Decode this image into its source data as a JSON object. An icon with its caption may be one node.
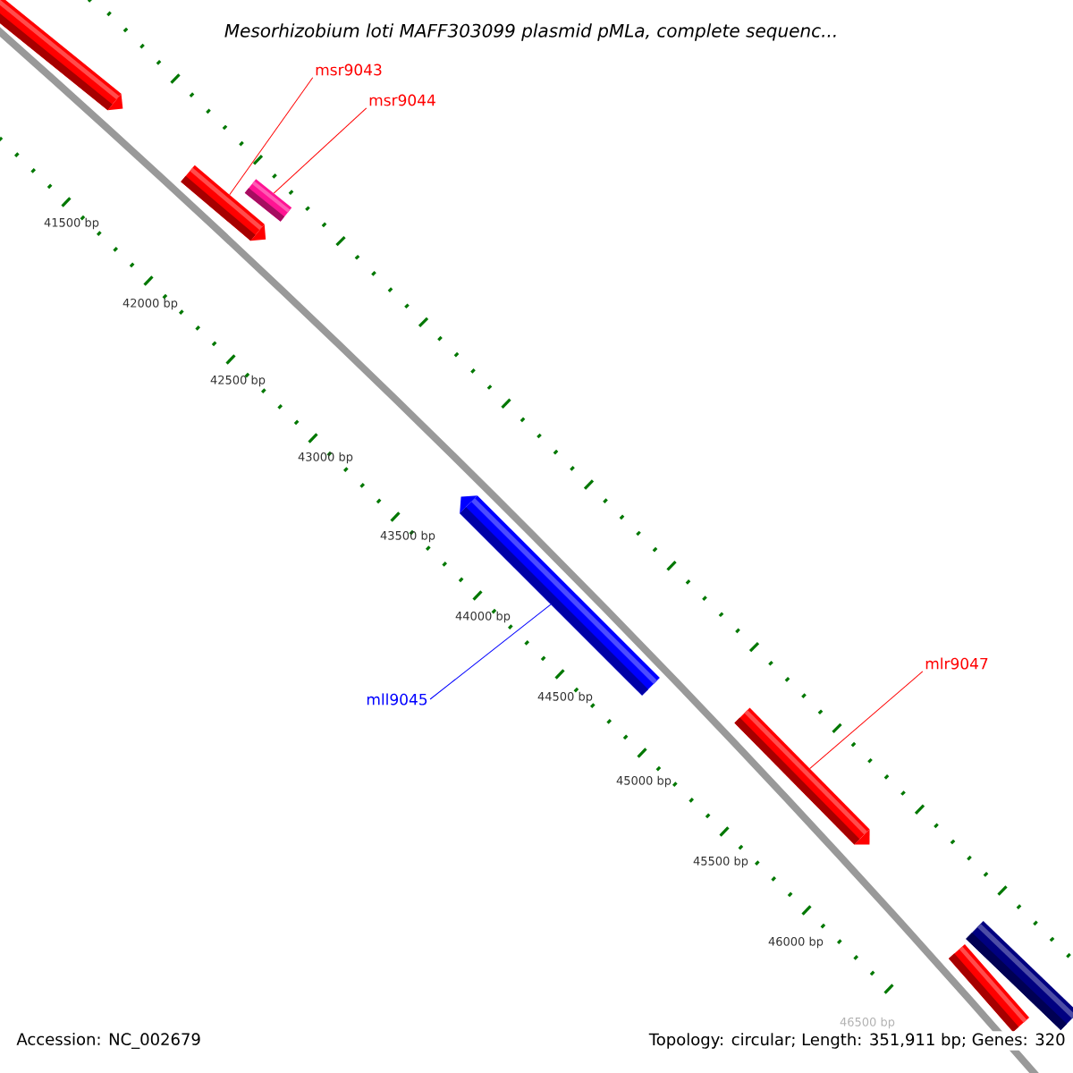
{
  "diagram": {
    "title": "Mesorhizobium loti MAFF303099 plasmid pMLa, complete sequenc...",
    "nodes": [
      {
        "text": [],
        "shape": "bar"
      },
      {
        "text": [
          "msr9043"
        ]
      },
      {
        "text": [
          "msr9044"
        ]
      },
      {
        "text": [],
        "shape": "bar"
      },
      {
        "text": [],
        "shape": "bar"
      },
      {
        "text": [
          "mll9045"
        ]
      },
      {
        "text": [],
        "shape": "bar"
      },
      {
        "text": [
          "mlr9047"
        ]
      },
      {
        "text": [],
        "shape": "bar"
      },
      {
        "text": [],
        "shape": "bar"
      },
      {
        "text": [],
        "shape": "bar"
      }
    ],
    "edges": [
      {
        "from": 1,
        "to": 3,
        "arrow": "none"
      },
      {
        "from": 2,
        "to": 4,
        "arrow": "none"
      },
      {
        "from": 5,
        "to": 6,
        "arrow": "none",
        "color": "#0000ff"
      },
      {
        "from": 7,
        "to": 8,
        "arrow": "none"
      }
    ],
    "labels": [
      "41500 bp",
      "42000 bp",
      "42500 bp",
      "43000 bp",
      "43500 bp",
      "44000 bp",
      "44500 bp",
      "45000 bp",
      "45500 bp",
      "46000 bp",
      "46500 bp",
      "Accession: NC_002679",
      "Topology: circular; Length: 351,911 bp; Genes: 320"
    ]
  }
}
